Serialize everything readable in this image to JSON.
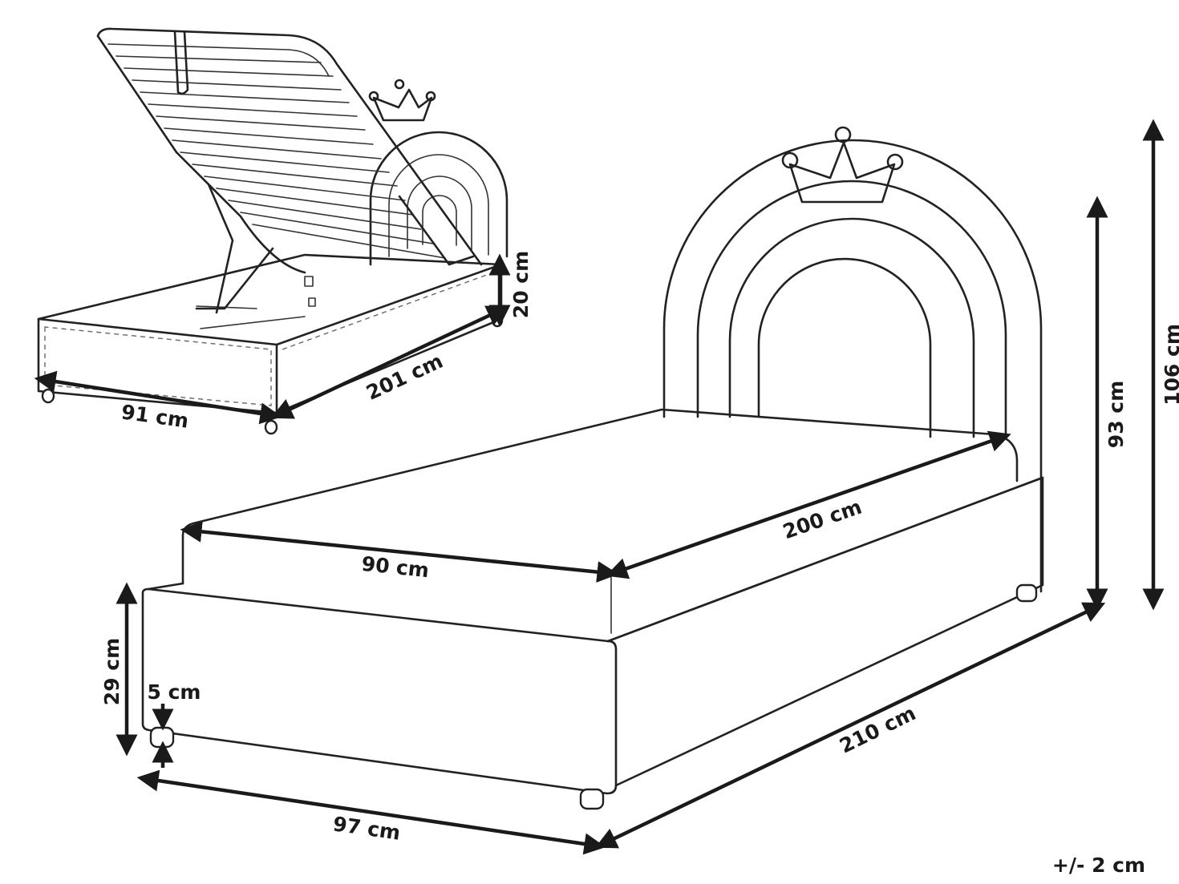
{
  "dimensions": {
    "lift_width": "91 cm",
    "lift_length": "201 cm",
    "lift_height": "20 cm",
    "mattress_width": "90 cm",
    "mattress_length": "200 cm",
    "total_height": "106 cm",
    "headboard_height": "93 cm",
    "frame_height": "29 cm",
    "leg_height": "5 cm",
    "total_width": "97 cm",
    "total_length": "210 cm"
  },
  "tolerance": "+/- 2 cm",
  "colors": {
    "line": "#222222",
    "arrow": "#1a1a1a",
    "background": "#ffffff"
  }
}
